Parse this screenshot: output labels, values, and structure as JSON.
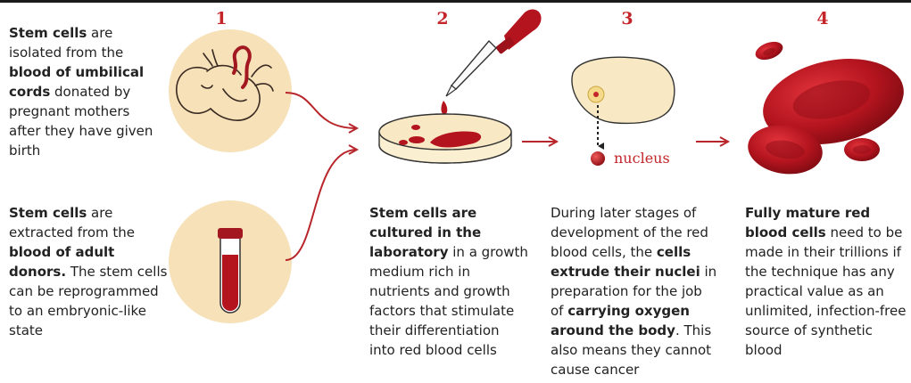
{
  "steps": [
    {
      "number": "1"
    },
    {
      "number": "2"
    },
    {
      "number": "3"
    },
    {
      "number": "4"
    }
  ],
  "source_umbilical": [
    {
      "t": "Stem cells",
      "b": true
    },
    {
      "t": " are isolated from the ",
      "b": false
    },
    {
      "t": "blood of umbilical cords",
      "b": true
    },
    {
      "t": " donated by pregnant mothers after they have given birth",
      "b": false
    }
  ],
  "source_adult": [
    {
      "t": "Stem cells",
      "b": true
    },
    {
      "t": " are extracted from the ",
      "b": false
    },
    {
      "t": "blood of adult donors.",
      "b": true
    },
    {
      "t": " The stem cells can be reprogrammed to an embryonic-like state",
      "b": false
    }
  ],
  "step2_text": [
    {
      "t": "Stem cells are cultured in the laboratory",
      "b": true
    },
    {
      "t": " in a growth medium rich in nutrients and growth factors that stimulate their differentiation into red blood cells",
      "b": false
    }
  ],
  "step3_text": [
    {
      "t": "During later stages of development of the red blood cells, the ",
      "b": false
    },
    {
      "t": "cells extrude their nuclei",
      "b": true
    },
    {
      "t": " in preparation for the job of ",
      "b": false
    },
    {
      "t": "carrying oxygen around the body",
      "b": true
    },
    {
      "t": ". This also means they cannot cause cancer",
      "b": false
    }
  ],
  "step4_text": [
    {
      "t": "Fully mature red blood cells",
      "b": true
    },
    {
      "t": " need to be made in their trillions if the technique has any practical value as an unlimited, infection-free source of synthetic blood",
      "b": false
    }
  ],
  "nucleus_label": "nucleus",
  "colors": {
    "accent": "#c4252b",
    "blood": "#b3141e",
    "circle_bg": "#f6e1b8",
    "cell_fill": "#f8e8c4",
    "arrow": "#b8262b"
  },
  "icons": [
    "fetus-icon",
    "test-tube-icon",
    "petri-dish-icon",
    "dropper-icon",
    "cell-icon",
    "red-blood-cells-icon"
  ]
}
